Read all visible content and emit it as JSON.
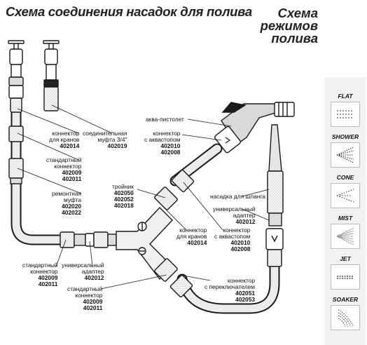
{
  "title": "Схема соединения насадок для полива",
  "side_title": [
    "Схема",
    "режимов",
    "полива"
  ],
  "labels": {
    "tap_connector": {
      "lines": [
        "коннектор",
        "для кранов"
      ],
      "codes": [
        "402014"
      ]
    },
    "coupling": {
      "lines": [
        "соединительная",
        "муфта 3/4\""
      ],
      "codes": [
        "402019"
      ]
    },
    "aqua_pistol": {
      "lines": [
        "аква-пистолет"
      ],
      "codes": []
    },
    "aquastop_top": {
      "lines": [
        "коннектор",
        "с аквастопом"
      ],
      "codes": [
        "402010",
        "402008"
      ]
    },
    "std_connector_top": {
      "lines": [
        "стандартный",
        "коннектор"
      ],
      "codes": [
        "402009",
        "402011"
      ]
    },
    "repair_coupling": {
      "lines": [
        "ремонтная",
        "муфта"
      ],
      "codes": [
        "402020",
        "402022"
      ]
    },
    "tee": {
      "lines": [
        "тройник"
      ],
      "codes": [
        "402050",
        "402052",
        "402018"
      ]
    },
    "hose_nozzle": {
      "lines": [
        "насадка для шланга"
      ],
      "codes": []
    },
    "universal_adapter_right": {
      "lines": [
        "универсальный",
        "адаптер"
      ],
      "codes": [
        "402012"
      ]
    },
    "tap_connector_mid": {
      "lines": [
        "коннектор",
        "для кранов"
      ],
      "codes": [
        "402014"
      ]
    },
    "aquastop_mid": {
      "lines": [
        "коннектор",
        "с аквастопом"
      ],
      "codes": [
        "402010",
        "402008"
      ]
    },
    "std_connector_left": {
      "lines": [
        "стандартный",
        "коннектор"
      ],
      "codes": [
        "402009",
        "402011"
      ]
    },
    "universal_adapter_left": {
      "lines": [
        "универсальный",
        "адаптер"
      ],
      "codes": [
        "402012"
      ]
    },
    "switch_connector": {
      "lines": [
        "коннектор",
        "с переключателем"
      ],
      "codes": [
        "402051",
        "402053"
      ]
    },
    "std_connector_bottom": {
      "lines": [
        "стандартный",
        "коннектор"
      ],
      "codes": [
        "402009",
        "402011"
      ]
    }
  },
  "modes": [
    "FLAT",
    "SHOWER",
    "CONE",
    "MIST",
    "JET",
    "SOAKER"
  ],
  "colors": {
    "hose_fill": "#e8e8e8",
    "line": "#1a1a1a",
    "panel": "#f2f2f2"
  }
}
